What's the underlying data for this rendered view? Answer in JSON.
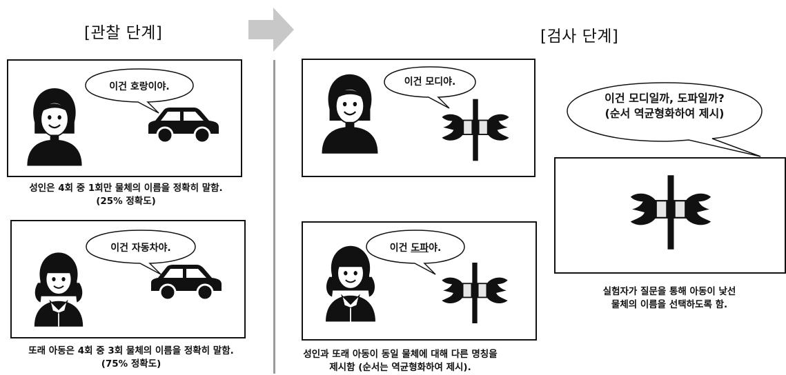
{
  "observation": {
    "title": "[관찰 단계]",
    "panel1": {
      "speech": "이건 호랑이야.",
      "caption_line1": "성인은 4회 중 1회만 물체의 이름을 정확히 말함.",
      "caption_line2": "(25% 정확도)"
    },
    "panel2": {
      "speech": "이건 자동차야.",
      "caption_line1": "또래 아동은 4회 중 3회 물체의 이름을 정확히 말함.",
      "caption_line2": "(75% 정확도)"
    }
  },
  "test": {
    "title": "[검사 단계]",
    "panel1": {
      "speech": "이건 모디야."
    },
    "panel2": {
      "speech_prefix": "이건 ",
      "speech_underlined": "도파",
      "speech_suffix": "야."
    },
    "caption_line1": "성인과 또래 아동이 동일 물체에 대해 다른 명칭을",
    "caption_line2": "제시함 (순서는 역균형화하여 제시).",
    "question": {
      "line1": "이건 모디일까, 도파일까?",
      "line2": "(순서 역균형화하여 제시)"
    },
    "question_caption_line1": "실험자가 질문을 통해 아동이 낯선",
    "question_caption_line2": "물체의 이름을 선택하도록 함."
  },
  "colors": {
    "arrow": "#c8c8c8",
    "divider": "#9a9a9a",
    "outline": "#111111"
  },
  "icons": [
    "woman-icon",
    "girl-icon",
    "car-icon",
    "novel-object-icon",
    "right-arrow-icon"
  ]
}
